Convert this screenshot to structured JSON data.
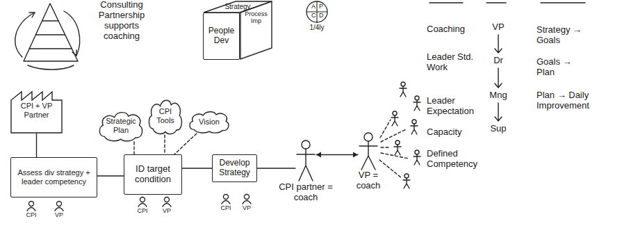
{
  "diagram": {
    "nodes": [
      {
        "text": [
          "Strategy"
        ]
      },
      {
        "text": [
          "People Dev"
        ]
      },
      {
        "text": [
          "Process Imp"
        ]
      },
      {
        "text": [
          "A",
          "P",
          "C",
          "D"
        ]
      },
      {
        "text": [
          "CPI + VP Partner"
        ]
      },
      {
        "text": [
          "Strategic Plan"
        ]
      },
      {
        "text": [
          "CPI Tools"
        ]
      },
      {
        "text": [
          "Vision"
        ]
      },
      {
        "text": [
          "Assess div strategy + leader competency"
        ]
      },
      {
        "text": [
          "ID target condition"
        ]
      },
      {
        "text": [
          "Develop Strategy"
        ]
      },
      {
        "text": [
          "CPI partner = coach"
        ]
      },
      {
        "text": [
          "VP = coach"
        ]
      }
    ],
    "edges": [
      {
        "from": 4,
        "to": 8,
        "arrow": "none"
      },
      {
        "from": 5,
        "to": 9,
        "arrow": "none"
      },
      {
        "from": 6,
        "to": 9,
        "arrow": "none"
      },
      {
        "from": 7,
        "to": 9,
        "arrow": "none"
      },
      {
        "from": 8,
        "to": 9,
        "arrow": "none"
      },
      {
        "from": 9,
        "to": 10,
        "arrow": "none"
      },
      {
        "from": 10,
        "to": 11,
        "arrow": "none"
      },
      {
        "from": 11,
        "to": 12,
        "arrow": "both"
      }
    ],
    "labels": [
      "Consulting Partnership supports coaching",
      "1/4ly",
      "Coaching",
      "Leader Std. Work",
      "Leader Expectation",
      "Capacity",
      "Defined Competency",
      "VP",
      "Dr",
      "Mng",
      "Sup",
      "Strategy → Goals",
      "Goals → Plan",
      "Plan → Daily Improvement",
      "CPI",
      "VP",
      "CPI",
      "VP",
      "CPI",
      "VP"
    ]
  }
}
